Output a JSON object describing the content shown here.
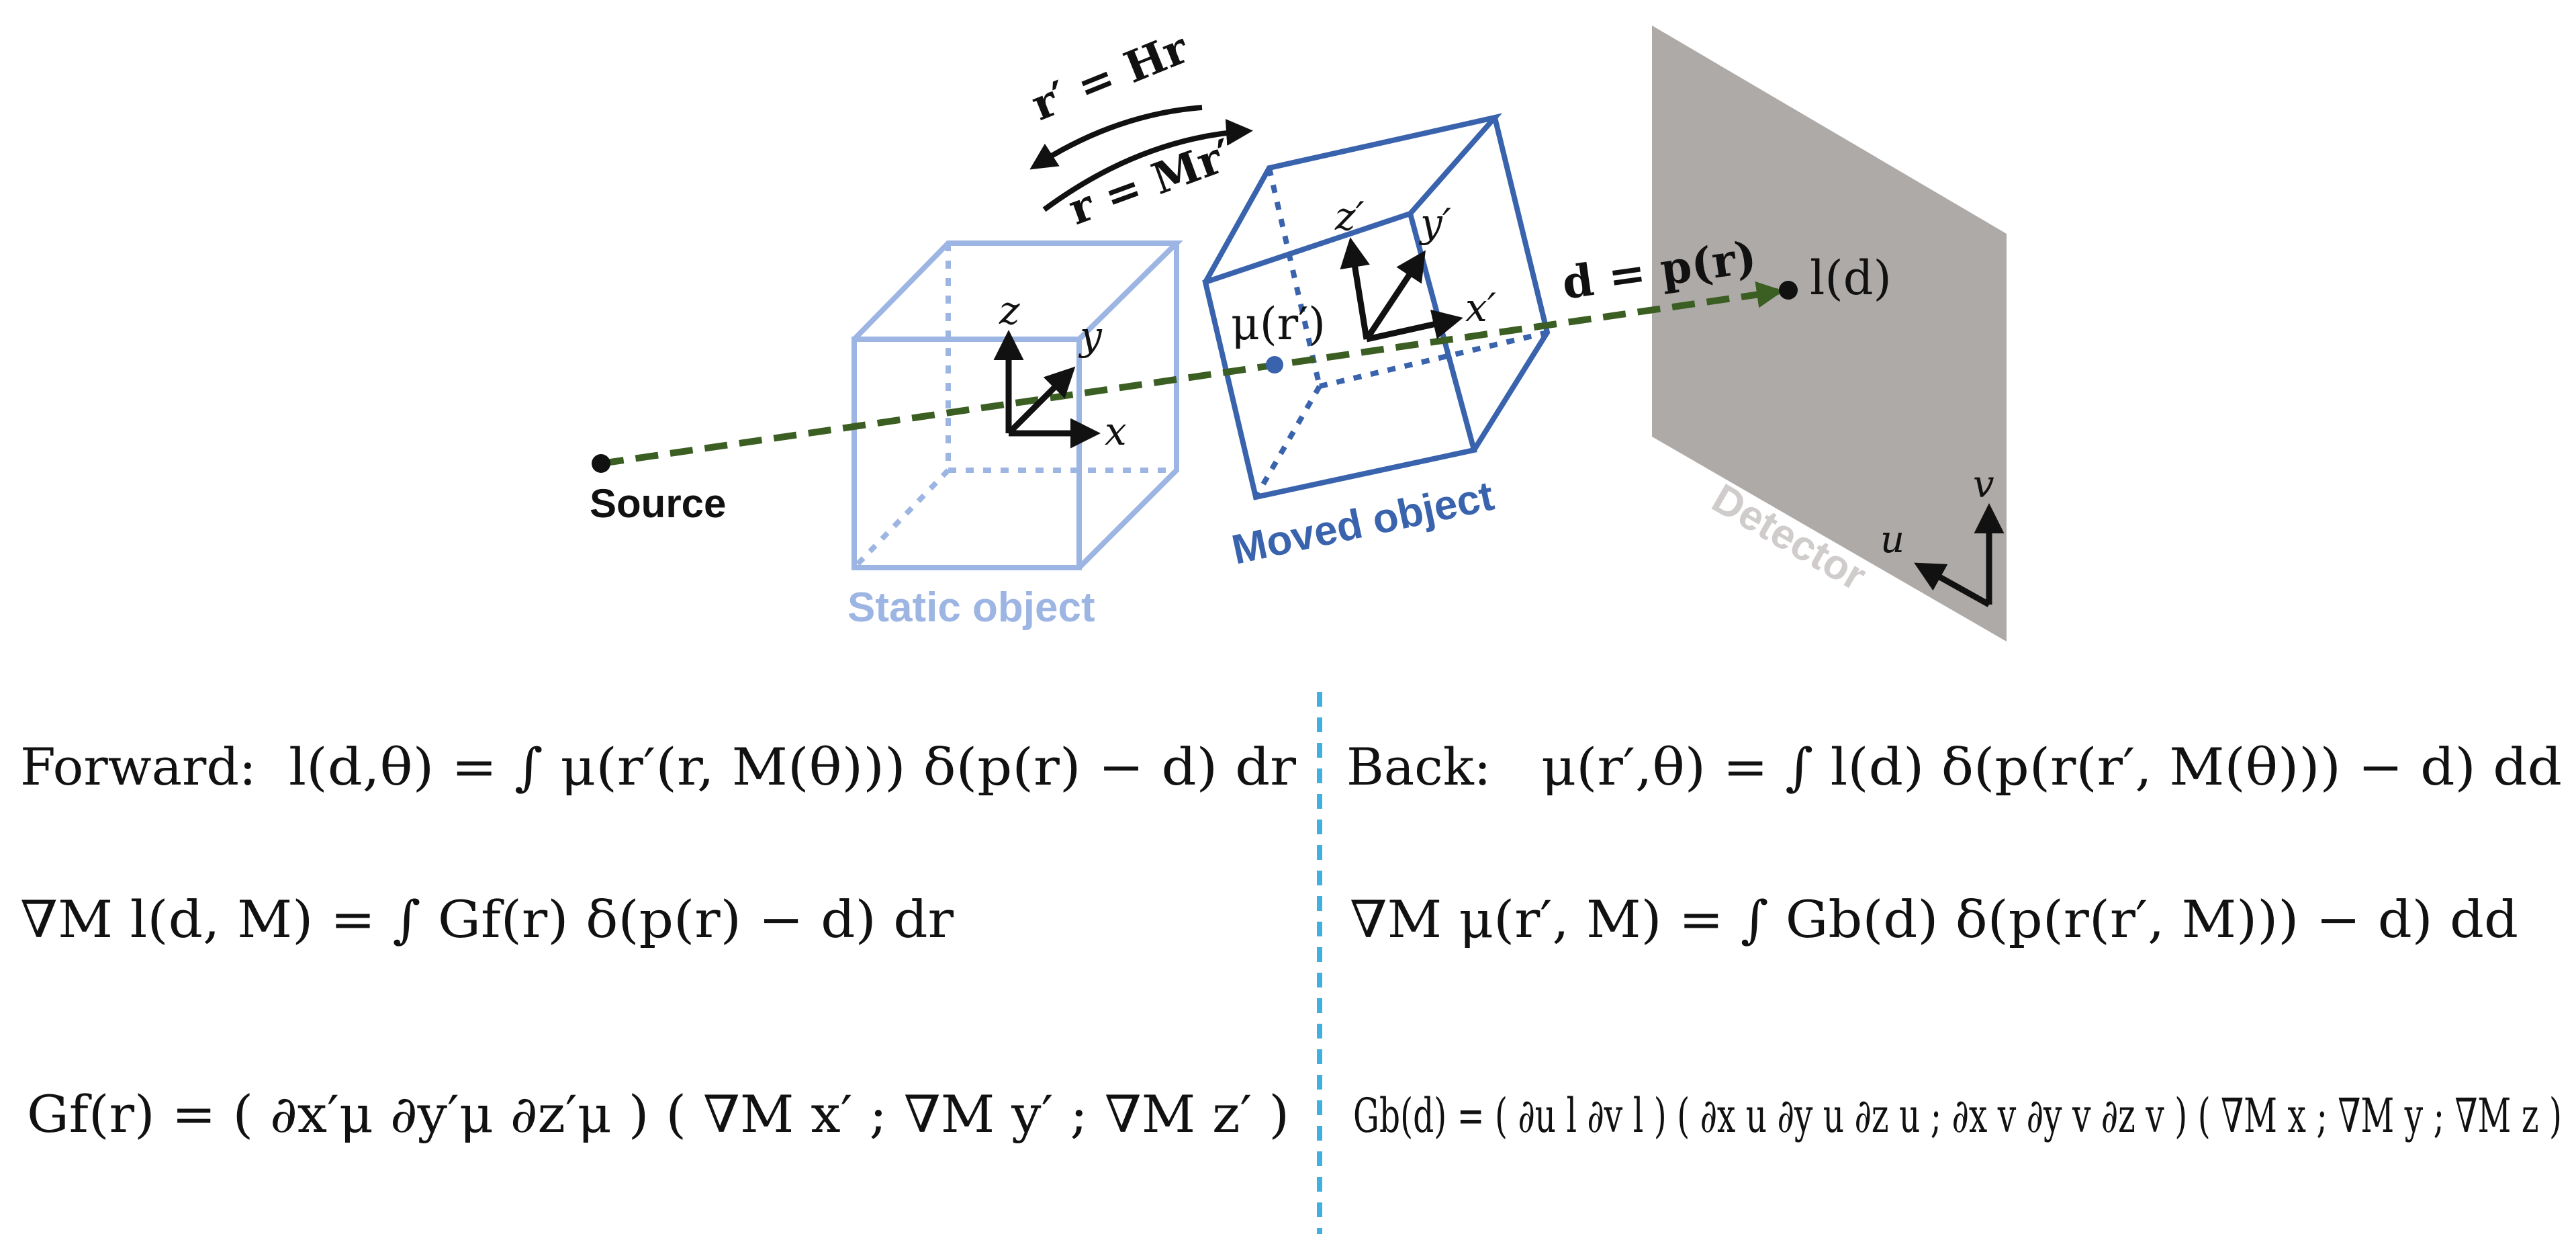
{
  "colors": {
    "static_object": "#9db5e3",
    "moved_object": "#3a63ad",
    "ray": "#3b5e22",
    "detector": "#aeaaa8",
    "detector_label": "#cfcccb",
    "divider": "#3fb0e0",
    "ink": "#111111"
  },
  "icons": [
    "coordinate-axes-icon",
    "arrow-head-icon",
    "point-marker-icon"
  ],
  "diagram": {
    "transform_forward": "r′ = Hr",
    "transform_backward": "r = Mr′",
    "ray_label": "d = p(r)",
    "detector_value": "l(d)",
    "object_value": "μ(r′)",
    "source_label": "Source",
    "static_label": "Static object",
    "moved_label": "Moved object",
    "detector_label": "Detector",
    "static_axes": {
      "x": "x",
      "y": "y",
      "z": "z"
    },
    "moved_axes": {
      "x": "x′",
      "y": "y′",
      "z": "z′"
    },
    "detector_axes": {
      "u": "u",
      "v": "v"
    }
  },
  "equations": {
    "forward": {
      "name": "Forward:",
      "main": "l(d,θ) = ∫ μ(r′(r, M(θ))) δ(p(r) − d) dr",
      "gradient": "∇M l(d, M) = ∫ Gf(r) δ(p(r) − d) dr",
      "jacobian": "Gf(r) = ( ∂x′μ   ∂y′μ   ∂z′μ ) ( ∇M x′ ; ∇M y′ ; ∇M z′ )"
    },
    "back": {
      "name": "Back:",
      "main": "μ(r′,θ) = ∫ l(d) δ(p(r(r′, M(θ))) − d) dd",
      "gradient": "∇M μ(r′, M) = ∫ Gb(d) δ(p(r(r′, M))) − d) dd",
      "jacobian": "Gb(d) = ( ∂u l   ∂v l ) ( ∂x u  ∂y u  ∂z u ; ∂x v  ∂y v  ∂z v ) ( ∇M x ; ∇M y ; ∇M z )"
    }
  }
}
